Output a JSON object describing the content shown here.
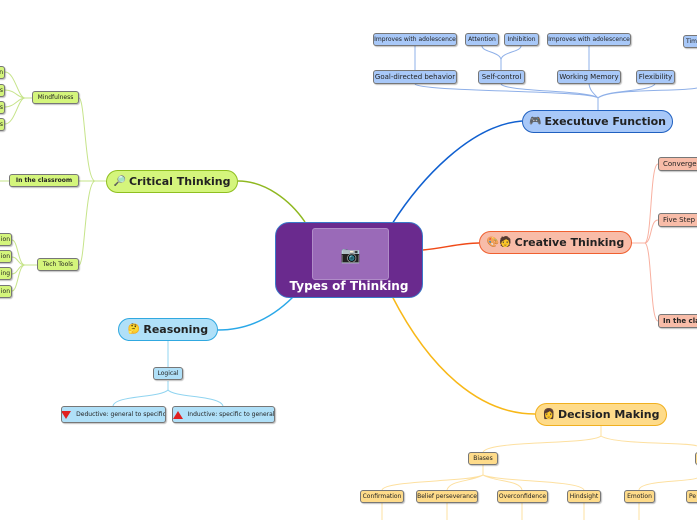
{
  "center": {
    "title": "Types of Thinking",
    "icon": "camera-icon"
  },
  "executive": {
    "title": "Executuve Function",
    "icon": "gamepad-icon",
    "color": "#1060d0",
    "top": [
      "Improves with adolescence",
      "Attention",
      "Inhibition",
      "Improves with adolescence",
      "Tim"
    ],
    "children": [
      "Goal-directed behavior",
      "Self-control",
      "Working Memory",
      "Flexibility"
    ]
  },
  "critical": {
    "title": "Critical Thinking",
    "icon": "magnifier-icon",
    "color": "#8fb820",
    "mindfulness": "Mindfulness",
    "classroom": "In the classroom",
    "tech": "Tech Tools",
    "mind_children": [
      "n",
      "s",
      "s",
      "s"
    ],
    "tech_children": [
      "ion",
      "ion",
      "ing",
      "ion"
    ]
  },
  "creative": {
    "title": "Creative Thinking",
    "icon": "palette-artist-icon",
    "color": "#f04a18",
    "children": [
      "Convergen",
      "Five Step P",
      "In the cla"
    ]
  },
  "reasoning": {
    "title": "Reasoning",
    "icon": "thinking-face-icon",
    "color": "#2aa8e8",
    "logical": "Logical",
    "deductive": "Deductive: general to specific",
    "inductive": "Inductive: specific to general"
  },
  "decision": {
    "title": "Decision Making",
    "icon": "person-icon",
    "color": "#f8b818",
    "biases": "Biases",
    "children": [
      "Confirmation",
      "Belief perseverance",
      "Overconfidence",
      "Hindsight",
      "Emotion",
      "Pe"
    ]
  }
}
